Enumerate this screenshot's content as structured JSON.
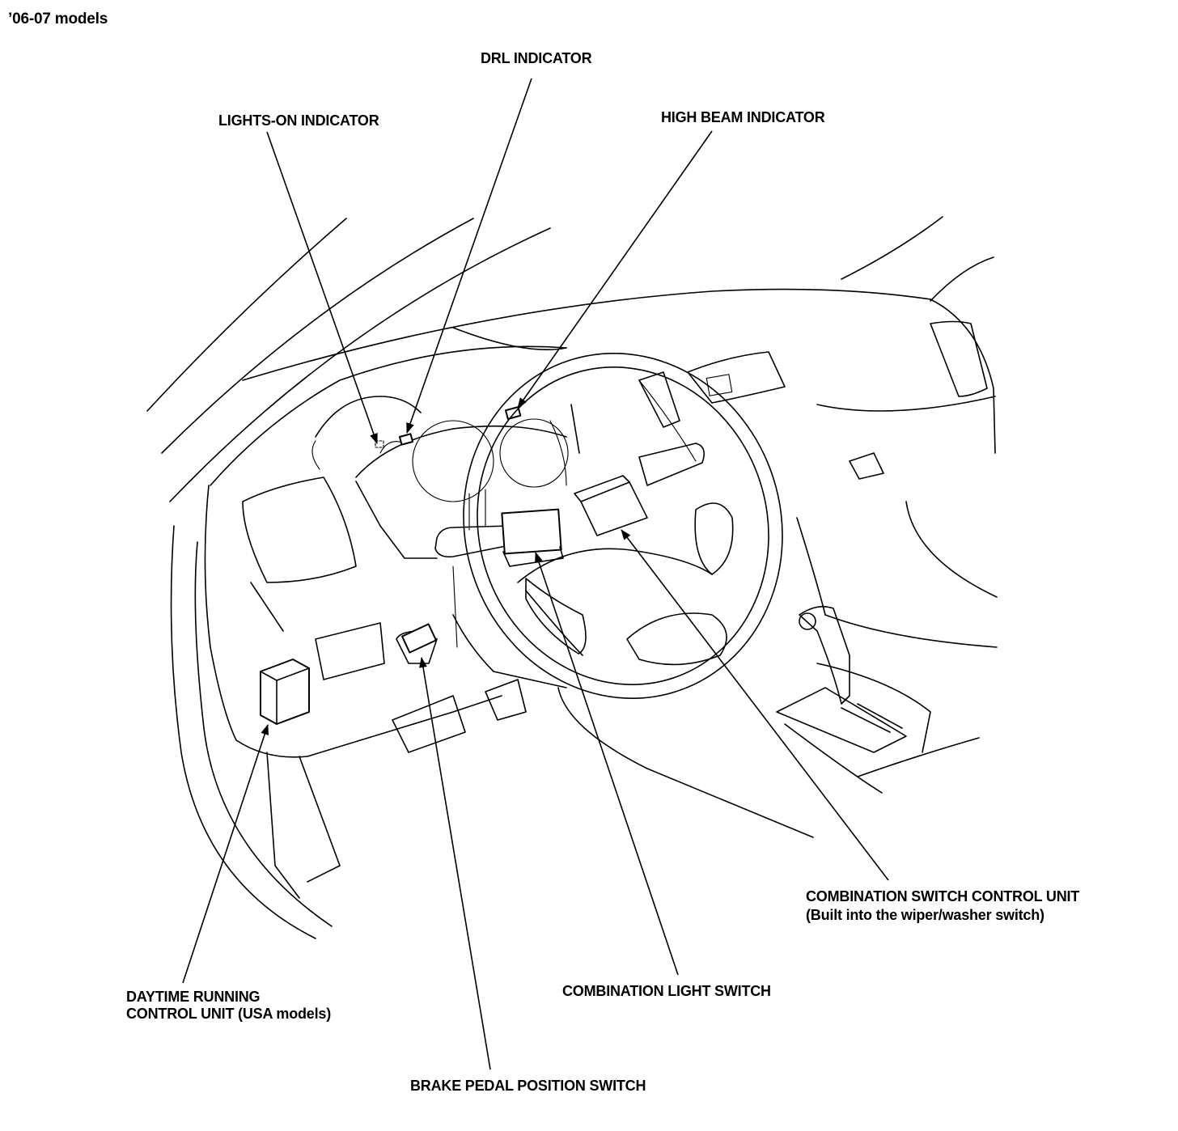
{
  "page": {
    "model_heading": "’06-07 models"
  },
  "callouts": {
    "drl_indicator": "DRL INDICATOR",
    "lights_on_indicator": "LIGHTS-ON INDICATOR",
    "high_beam_indicator": "HIGH BEAM INDICATOR",
    "combination_switch_control_unit": "COMBINATION SWITCH CONTROL UNIT",
    "combination_switch_control_unit_note": "(Built into the wiper/washer switch)",
    "combination_light_switch": "COMBINATION LIGHT SWITCH",
    "daytime_running_control_unit_line1": "DAYTIME RUNNING",
    "daytime_running_control_unit_line2": "CONTROL UNIT (USA models)",
    "brake_pedal_position_switch": "BRAKE PEDAL POSITION SWITCH"
  }
}
